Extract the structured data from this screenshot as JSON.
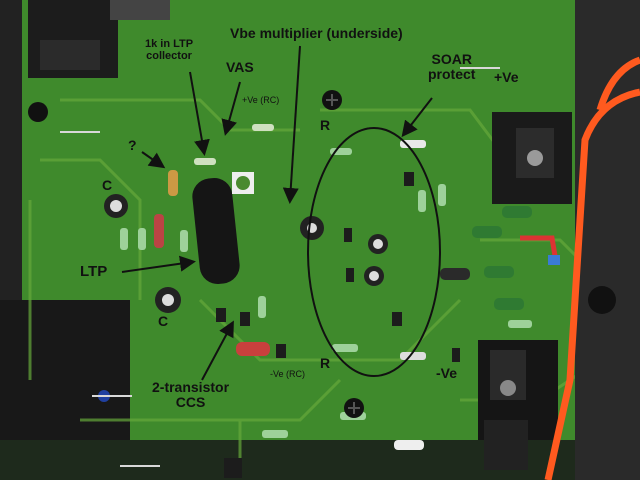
{
  "annotations": {
    "vbe_multiplier": "Vbe multiplier (underside)",
    "ltp_collector": "1k in LTP\ncollector",
    "vas": "VAS",
    "soar": "SOAR\nprotect",
    "pos_ve": "+Ve",
    "pos_ve_rc": "+Ve (RC)",
    "question": "?",
    "c_top": "C",
    "r_top": "R",
    "ltp": "LTP",
    "c_bottom": "C",
    "r_bottom": "R",
    "neg_ve_rc": "-Ve (RC)",
    "neg_ve": "-Ve",
    "ccs": "2-transistor\nCCS"
  },
  "colors": {
    "pcb": "#3f8a2c",
    "pcb_dark": "#2e6b22",
    "trace": "#6aa93f",
    "heatsink": "#1a1a1a",
    "wire_orange": "#ff5a1f",
    "annotation": "#111111"
  }
}
